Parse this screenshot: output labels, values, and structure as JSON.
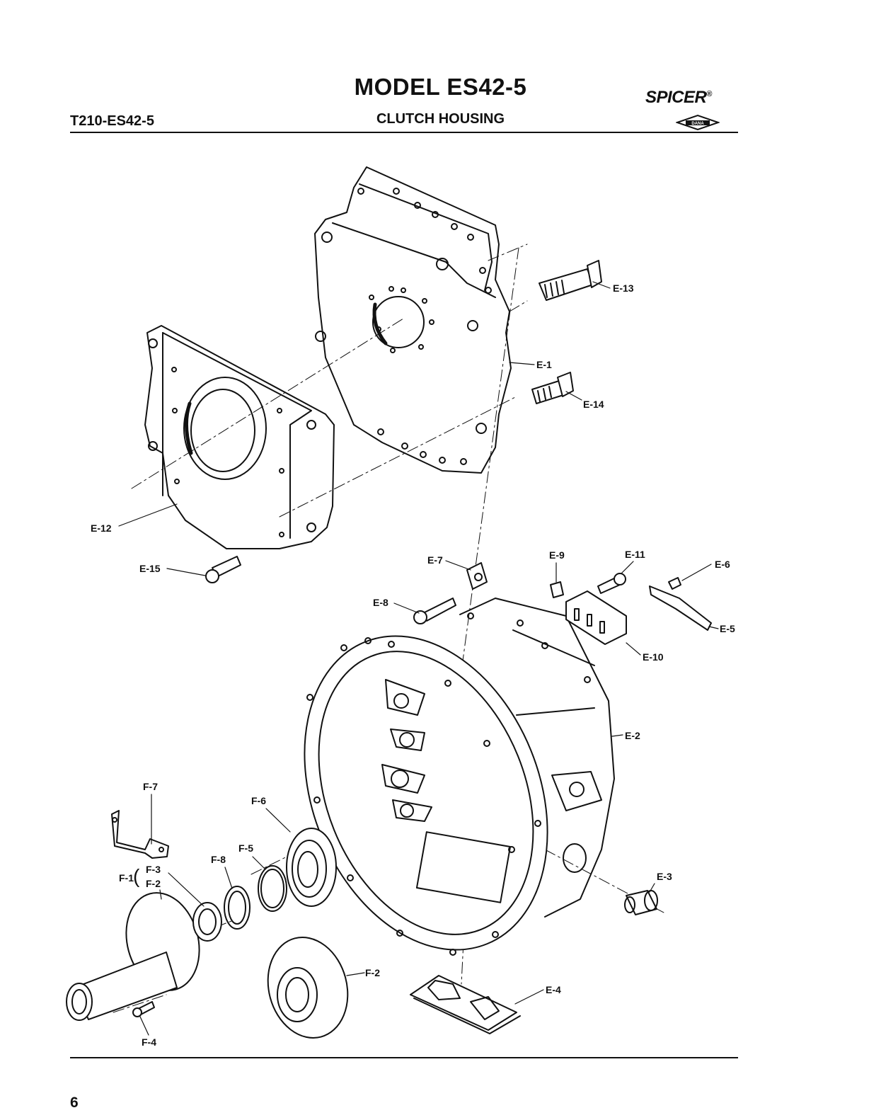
{
  "header": {
    "title": "MODEL ES42-5",
    "subtitle": "CLUTCH HOUSING",
    "doc_code": "T210-ES42-5",
    "brand": "SPICER",
    "brand_mark": "®",
    "logo_text": "DANA"
  },
  "footer": {
    "page_number": "6"
  },
  "callouts": {
    "e13": "E-13",
    "e1": "E-1",
    "e14": "E-14",
    "e12": "E-12",
    "e15": "E-15",
    "e7": "E-7",
    "e9": "E-9",
    "e11": "E-11",
    "e6": "E-6",
    "e8": "E-8",
    "e5": "E-5",
    "e10": "E-10",
    "e2": "E-2",
    "e3": "E-3",
    "e4": "E-4",
    "f7": "F-7",
    "f6": "F-6",
    "f5": "F-5",
    "f8": "F-8",
    "f1": "F-1",
    "f3": "F-3",
    "f2a": "F-2",
    "f2b": "F-2",
    "f4": "F-4"
  }
}
